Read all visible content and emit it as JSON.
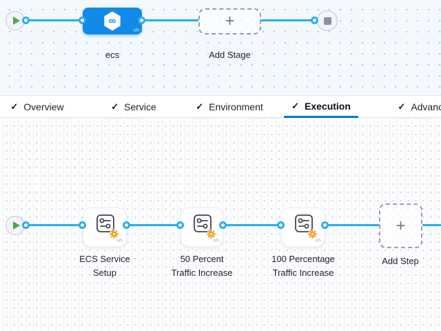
{
  "stage_canvas": {
    "stage": {
      "name": "ecs",
      "icon_glyph": "∞",
      "code_icon_glyph": "</>"
    },
    "add_stage": {
      "label": "Add Stage",
      "plus_glyph": "+"
    }
  },
  "tab_bar": {
    "check_glyph": "✓",
    "tabs": [
      {
        "label": "Overview",
        "checked": true,
        "active": false
      },
      {
        "label": "Service",
        "checked": true,
        "active": false
      },
      {
        "label": "Environment",
        "checked": true,
        "active": false
      },
      {
        "label": "Execution",
        "checked": true,
        "active": true
      },
      {
        "label": "Advanced",
        "checked": true,
        "active": false
      }
    ]
  },
  "execution_canvas": {
    "steps": [
      {
        "line1": "ECS Service",
        "line2": "Setup",
        "code_icon_glyph": "</>"
      },
      {
        "line1": "50 Percent",
        "line2": "Traffic Increase",
        "code_icon_glyph": "</>"
      },
      {
        "line1": "100 Percentage",
        "line2": "Traffic Increase",
        "code_icon_glyph": "</>"
      }
    ],
    "add_step": {
      "label": "Add Step",
      "plus_glyph": "+"
    }
  },
  "colors": {
    "link_blue": "#29acf1",
    "stage_node_blue": "#118be7",
    "active_tab_underline": "#0278d5",
    "play_green": "#4aa950",
    "stop_gray": "#8a91a4",
    "badge_orange": "#f99b1d",
    "canvas_top_bg": "#f3f8fd",
    "canvas_bottom_bg": "#fdfdfe"
  }
}
